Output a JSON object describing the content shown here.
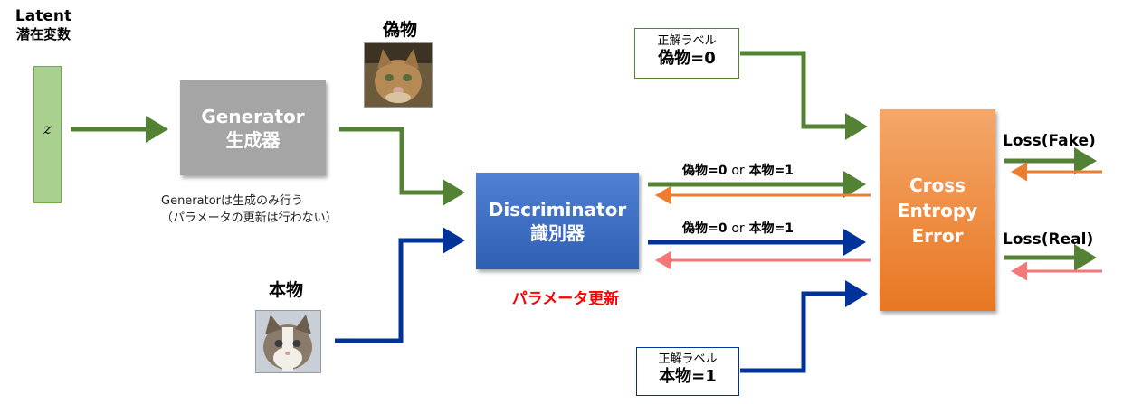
{
  "latent": {
    "title_en": "Latent",
    "title_ja": "潜在変数",
    "symbol": "z"
  },
  "generator": {
    "name_en": "Generator",
    "name_ja": "生成器",
    "note_line1": "Generatorは生成のみ行う",
    "note_line2": "（パラメータの更新は行わない）"
  },
  "discriminator": {
    "name_en": "Discriminator",
    "name_ja": "識別器",
    "note": "パラメータ更新"
  },
  "cross_entropy": {
    "line1": "Cross",
    "line2": "Entropy",
    "line3": "Error"
  },
  "fake_image": {
    "title": "偽物"
  },
  "real_image": {
    "title": "本物"
  },
  "label_fake": {
    "small": "正解ラベル",
    "value": "偽物=0"
  },
  "label_real": {
    "small": "正解ラベル",
    "value": "本物=1"
  },
  "arrow_top": {
    "fake": "偽物=0",
    "or": "or",
    "real": "本物=1"
  },
  "arrow_bottom": {
    "fake": "偽物=0",
    "or": "or",
    "real": "本物=1"
  },
  "loss_fake": "Loss(Fake)",
  "loss_real": "Loss(Real)",
  "colors": {
    "green": "#548235",
    "blue": "#003399",
    "orange": "#ed7d31",
    "pink": "#f4777a",
    "generator": "#a5a5a5",
    "discriminator": "#3b6fc4",
    "cross_entropy": "#e87722",
    "latent": "#a9d08e",
    "red_text": "#ff0000"
  }
}
